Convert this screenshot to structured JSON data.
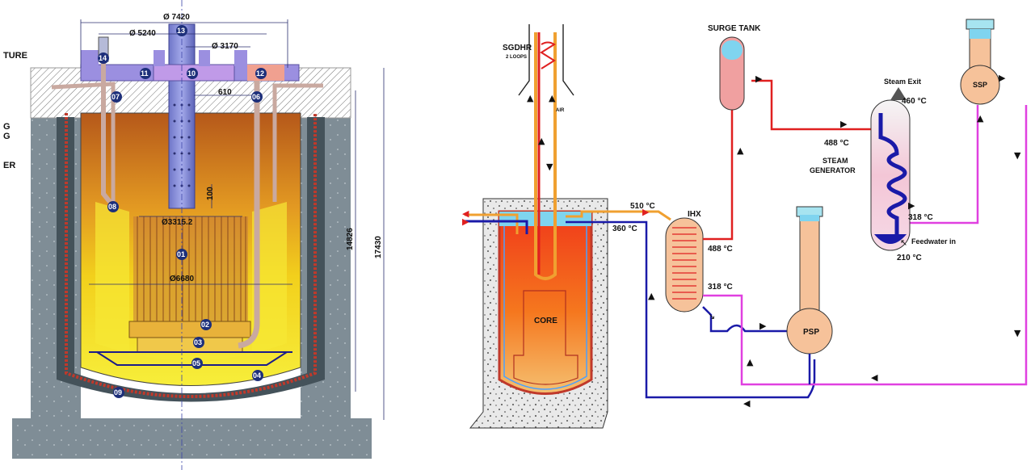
{
  "left_figure": {
    "cut_labels": [
      "TURE",
      "G",
      "G",
      "ER"
    ],
    "dimensions": {
      "outer_dia": "Ø 7420",
      "dia_5240": "Ø 5240",
      "dia_3170": "Ø 3170",
      "offset_610": "610",
      "dim_100": "100",
      "core_dia": "Ø3315.2",
      "vessel_dia": "Ø6680",
      "height_14826": "14826",
      "height_17430": "17430"
    },
    "component_numbers": [
      "01",
      "02",
      "03",
      "04",
      "05",
      "06",
      "07",
      "08",
      "09",
      "10",
      "11",
      "12",
      "13",
      "14"
    ]
  },
  "right_figure": {
    "sgdhr_label": "SGDHR",
    "sgdhr_sub": "2 LOOPS",
    "air_label": "AIR",
    "surge_tank": "SURGE TANK",
    "steam_exit": "Steam Exit",
    "temp_460": "460 °C",
    "temp_488_sg": "488 °C",
    "steam_generator": [
      "STEAM",
      "GENERATOR"
    ],
    "temp_318_sg": "318 °C",
    "feedwater": "Feedwater in",
    "temp_210": "210 °C",
    "ihx": "IHX",
    "temp_510": "510 °C",
    "temp_360": "360 °C",
    "temp_488_ihx": "488 °C",
    "temp_318_ihx": "318 °C",
    "core": "CORE",
    "psp": "PSP",
    "ssp": "SSP"
  },
  "colors": {
    "hot_pipe": "#e02020",
    "cold_pipe": "#1a1aa8",
    "secondary_pipe": "#e040e0",
    "sodium_hot": "#f0a030",
    "concrete": "#7f8d96",
    "vessel_yellow": "#f6e21c"
  }
}
